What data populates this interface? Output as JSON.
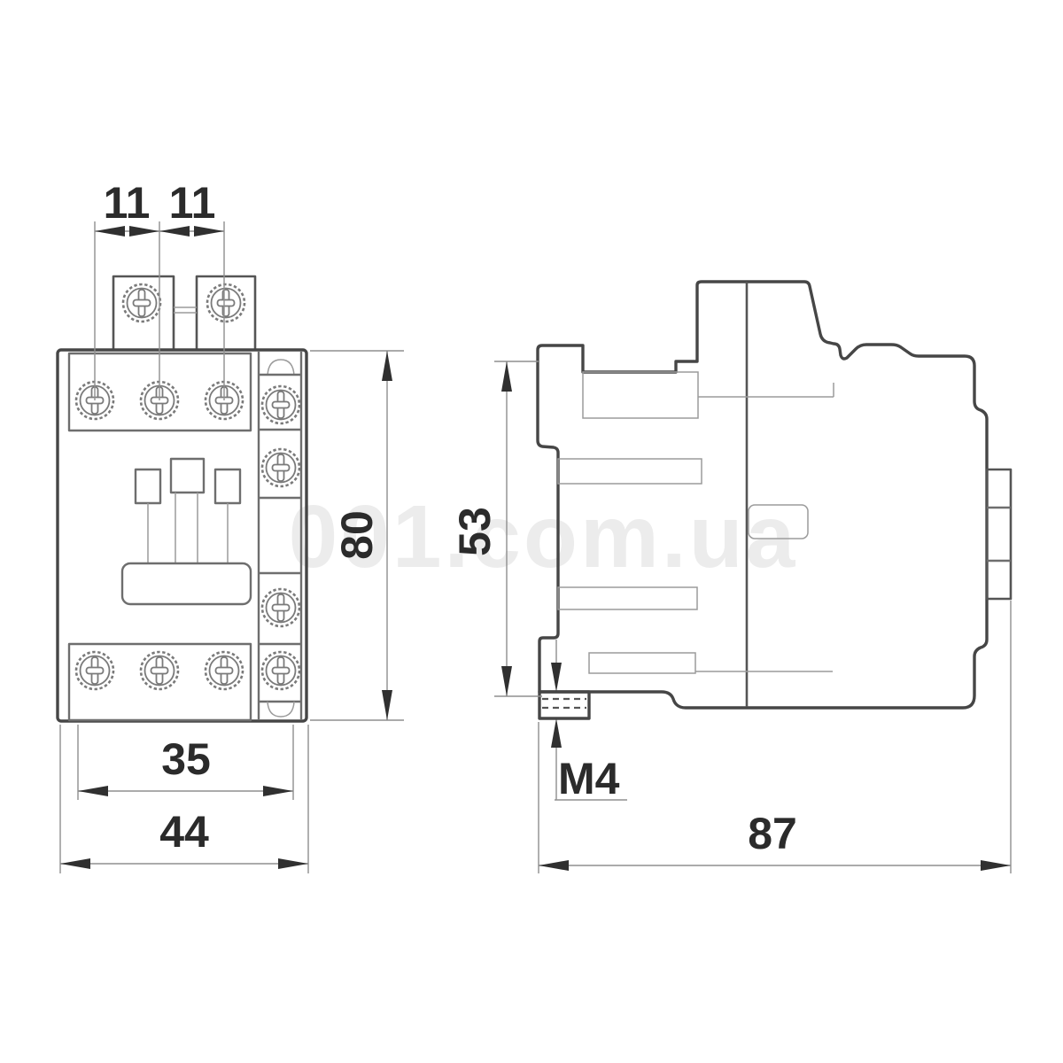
{
  "watermark": {
    "text": "001.com.ua"
  },
  "front_view": {
    "dim_terminal_pitch_left": "11",
    "dim_terminal_pitch_right": "11",
    "dim_overall_height": "80",
    "dim_mounting_width": "35",
    "dim_overall_width": "44"
  },
  "side_view": {
    "dim_mounting_height": "53",
    "dim_mounting_thread": "M4",
    "dim_overall_depth": "87"
  },
  "colors": {
    "background": "#ffffff",
    "outline_thick": "#464646",
    "outline_medium": "#6e6e6e",
    "outline_thin": "#9b9b9b",
    "dimension_line": "#8f8f8f",
    "dimension_text": "#2b2b2b",
    "watermark": "rgba(0,0,0,0.075)"
  }
}
